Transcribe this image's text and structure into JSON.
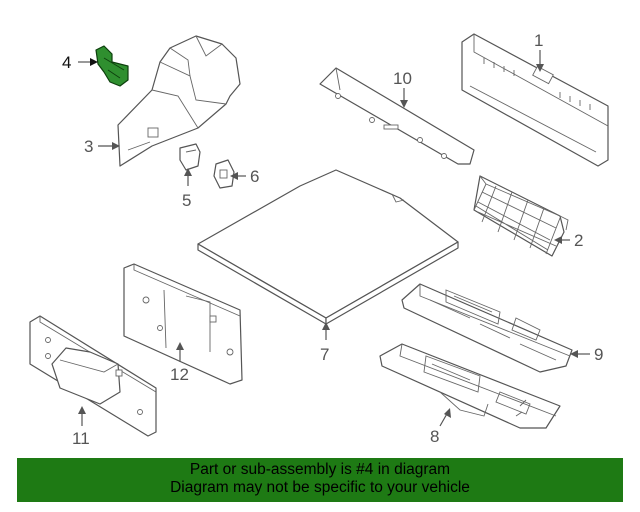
{
  "callouts": [
    {
      "id": 1,
      "label": "1"
    },
    {
      "id": 2,
      "label": "2"
    },
    {
      "id": 3,
      "label": "3"
    },
    {
      "id": 4,
      "label": "4"
    },
    {
      "id": 5,
      "label": "5"
    },
    {
      "id": 6,
      "label": "6"
    },
    {
      "id": 7,
      "label": "7"
    },
    {
      "id": 8,
      "label": "8"
    },
    {
      "id": 9,
      "label": "9"
    },
    {
      "id": 10,
      "label": "10"
    },
    {
      "id": 11,
      "label": "11"
    },
    {
      "id": 12,
      "label": "12"
    }
  ],
  "highlighted_part": 4,
  "colors": {
    "highlight_fill": "#2f8f2f",
    "banner_background": "#1e7a14",
    "line_art": "#555555"
  },
  "banner": {
    "line1": "Part or sub-assembly is #4 in diagram",
    "line2": "Diagram may not be specific to your vehicle"
  }
}
